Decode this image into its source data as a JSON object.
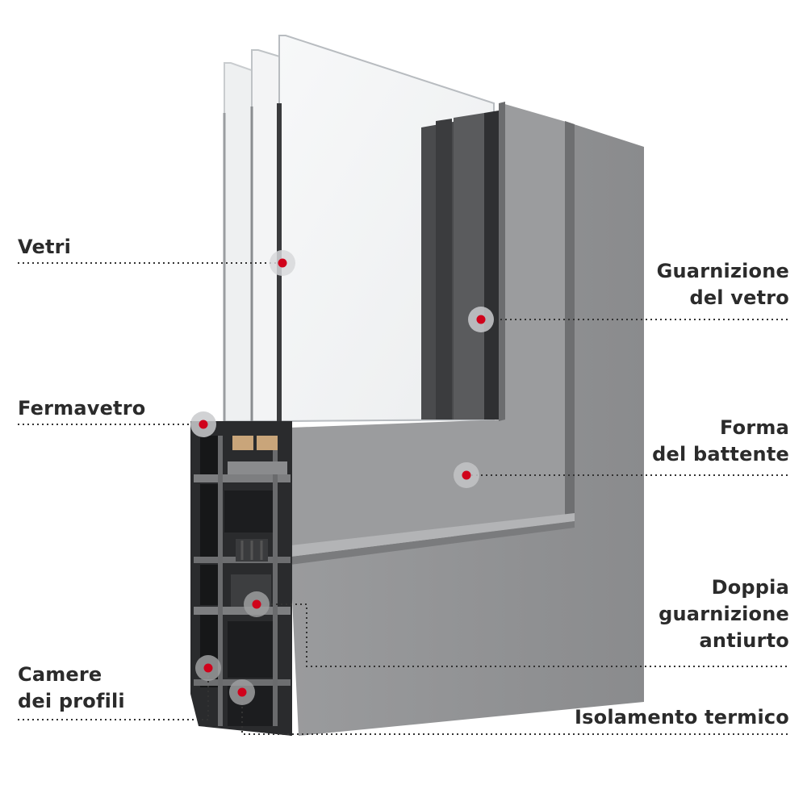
{
  "labels": {
    "vetri": "Vetri",
    "fermavetro": "Fermavetro",
    "camere": [
      "Camere",
      "dei profili"
    ],
    "guarnizione_vetro": [
      "Guarnizione",
      "del vetro"
    ],
    "forma_battente": [
      "Forma",
      "del battente"
    ],
    "doppia_guarnizione": [
      "Doppia",
      "guarnizione",
      "antiurto"
    ],
    "isolamento": "Isolamento termico"
  },
  "colors": {
    "marker": "#d0021b",
    "frame": "#8f9092",
    "profile_dark": "#2a2b2d",
    "text": "#2b2b2b"
  }
}
